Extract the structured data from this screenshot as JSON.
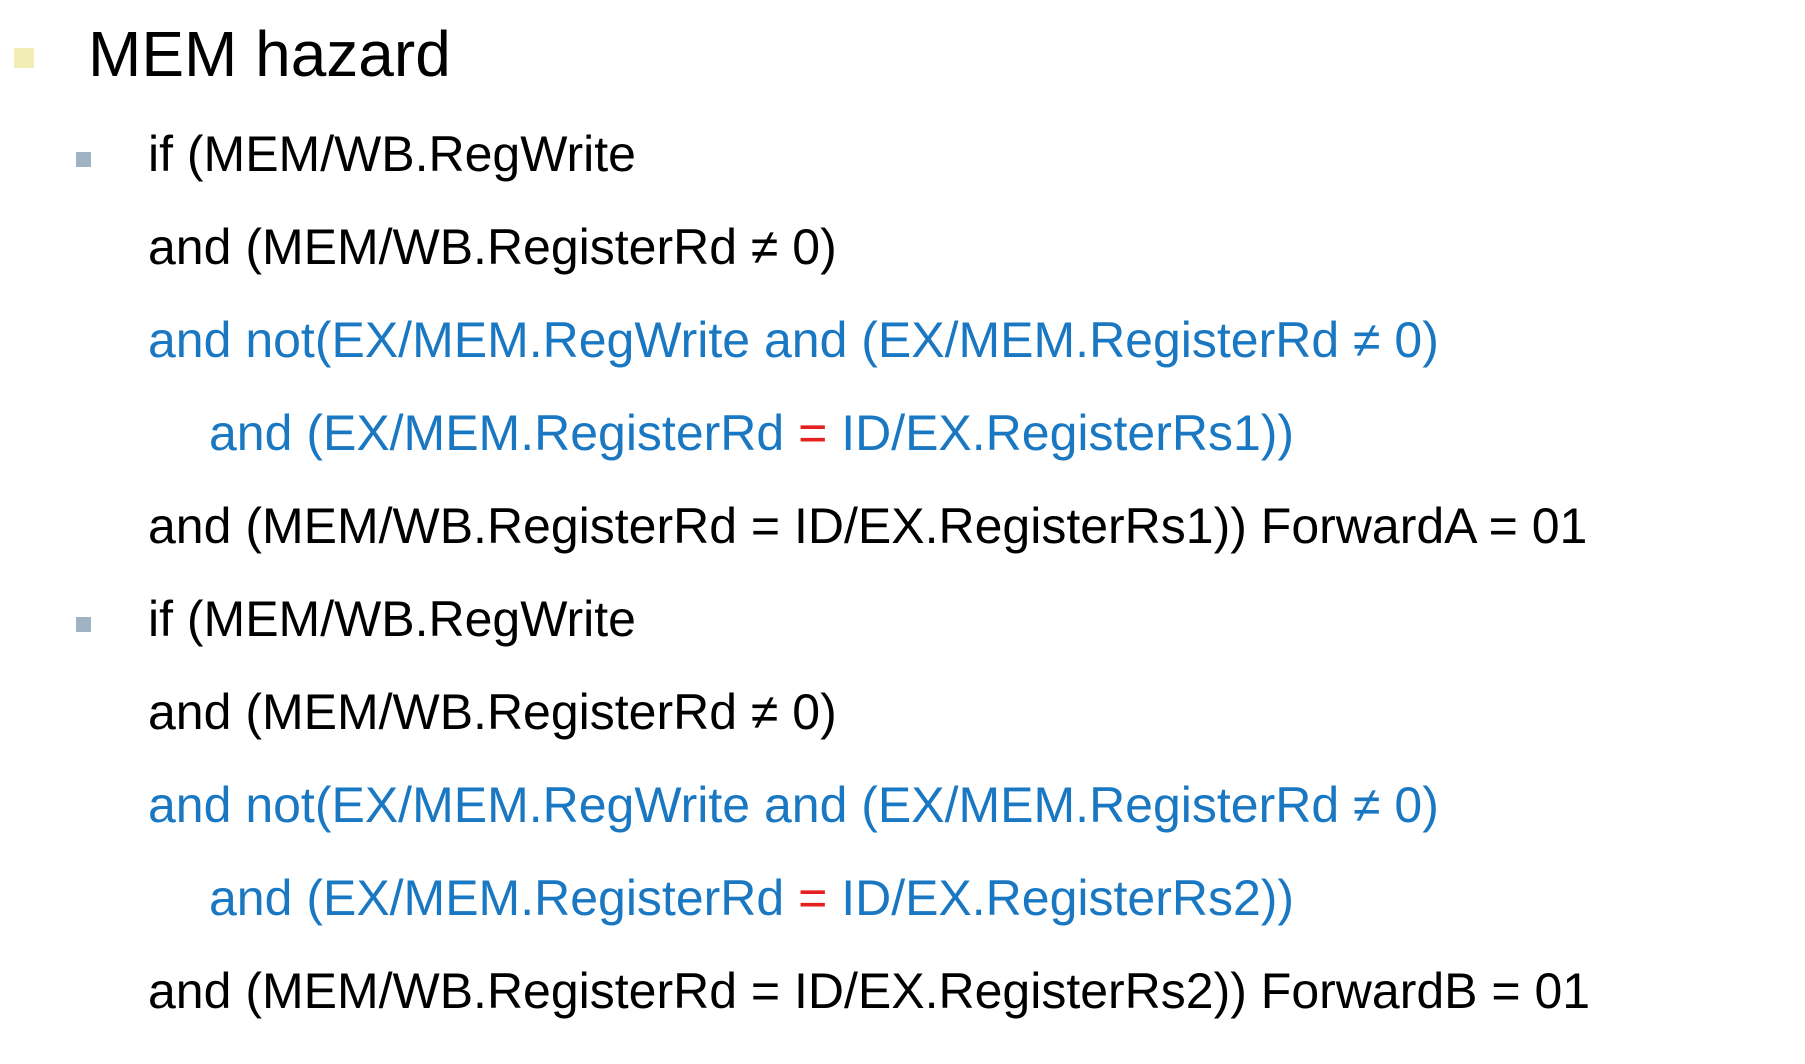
{
  "slide": {
    "title": "MEM hazard",
    "conditions": [
      {
        "line1": "if (MEM/WB.RegWrite",
        "line2": "and (MEM/WB.RegisterRd ≠ 0)",
        "line3": "and not(EX/MEM.RegWrite and (EX/MEM.RegisterRd ≠ 0)",
        "line4_pre": "and (EX/MEM.RegisterRd ",
        "line4_eq": "=",
        "line4_post": " ID/EX.RegisterRs1))",
        "line5": "and (MEM/WB.RegisterRd = ID/EX.RegisterRs1)) ForwardA = 01"
      },
      {
        "line1": "if (MEM/WB.RegWrite",
        "line2": "and (MEM/WB.RegisterRd ≠ 0)",
        "line3": "and not(EX/MEM.RegWrite and (EX/MEM.RegisterRd ≠ 0)",
        "line4_pre": "and (EX/MEM.RegisterRd ",
        "line4_eq": "=",
        "line4_post": " ID/EX.RegisterRs2))",
        "line5": "and (MEM/WB.RegisterRd = ID/EX.RegisterRs2)) ForwardB = 01"
      }
    ],
    "colors": {
      "black_text": "#000000",
      "blue_text": "#1a78c2",
      "red_text": "#e6201e",
      "level1_bullet": "#f2eeb3",
      "level2_bullet": "#9fb3c4"
    }
  }
}
